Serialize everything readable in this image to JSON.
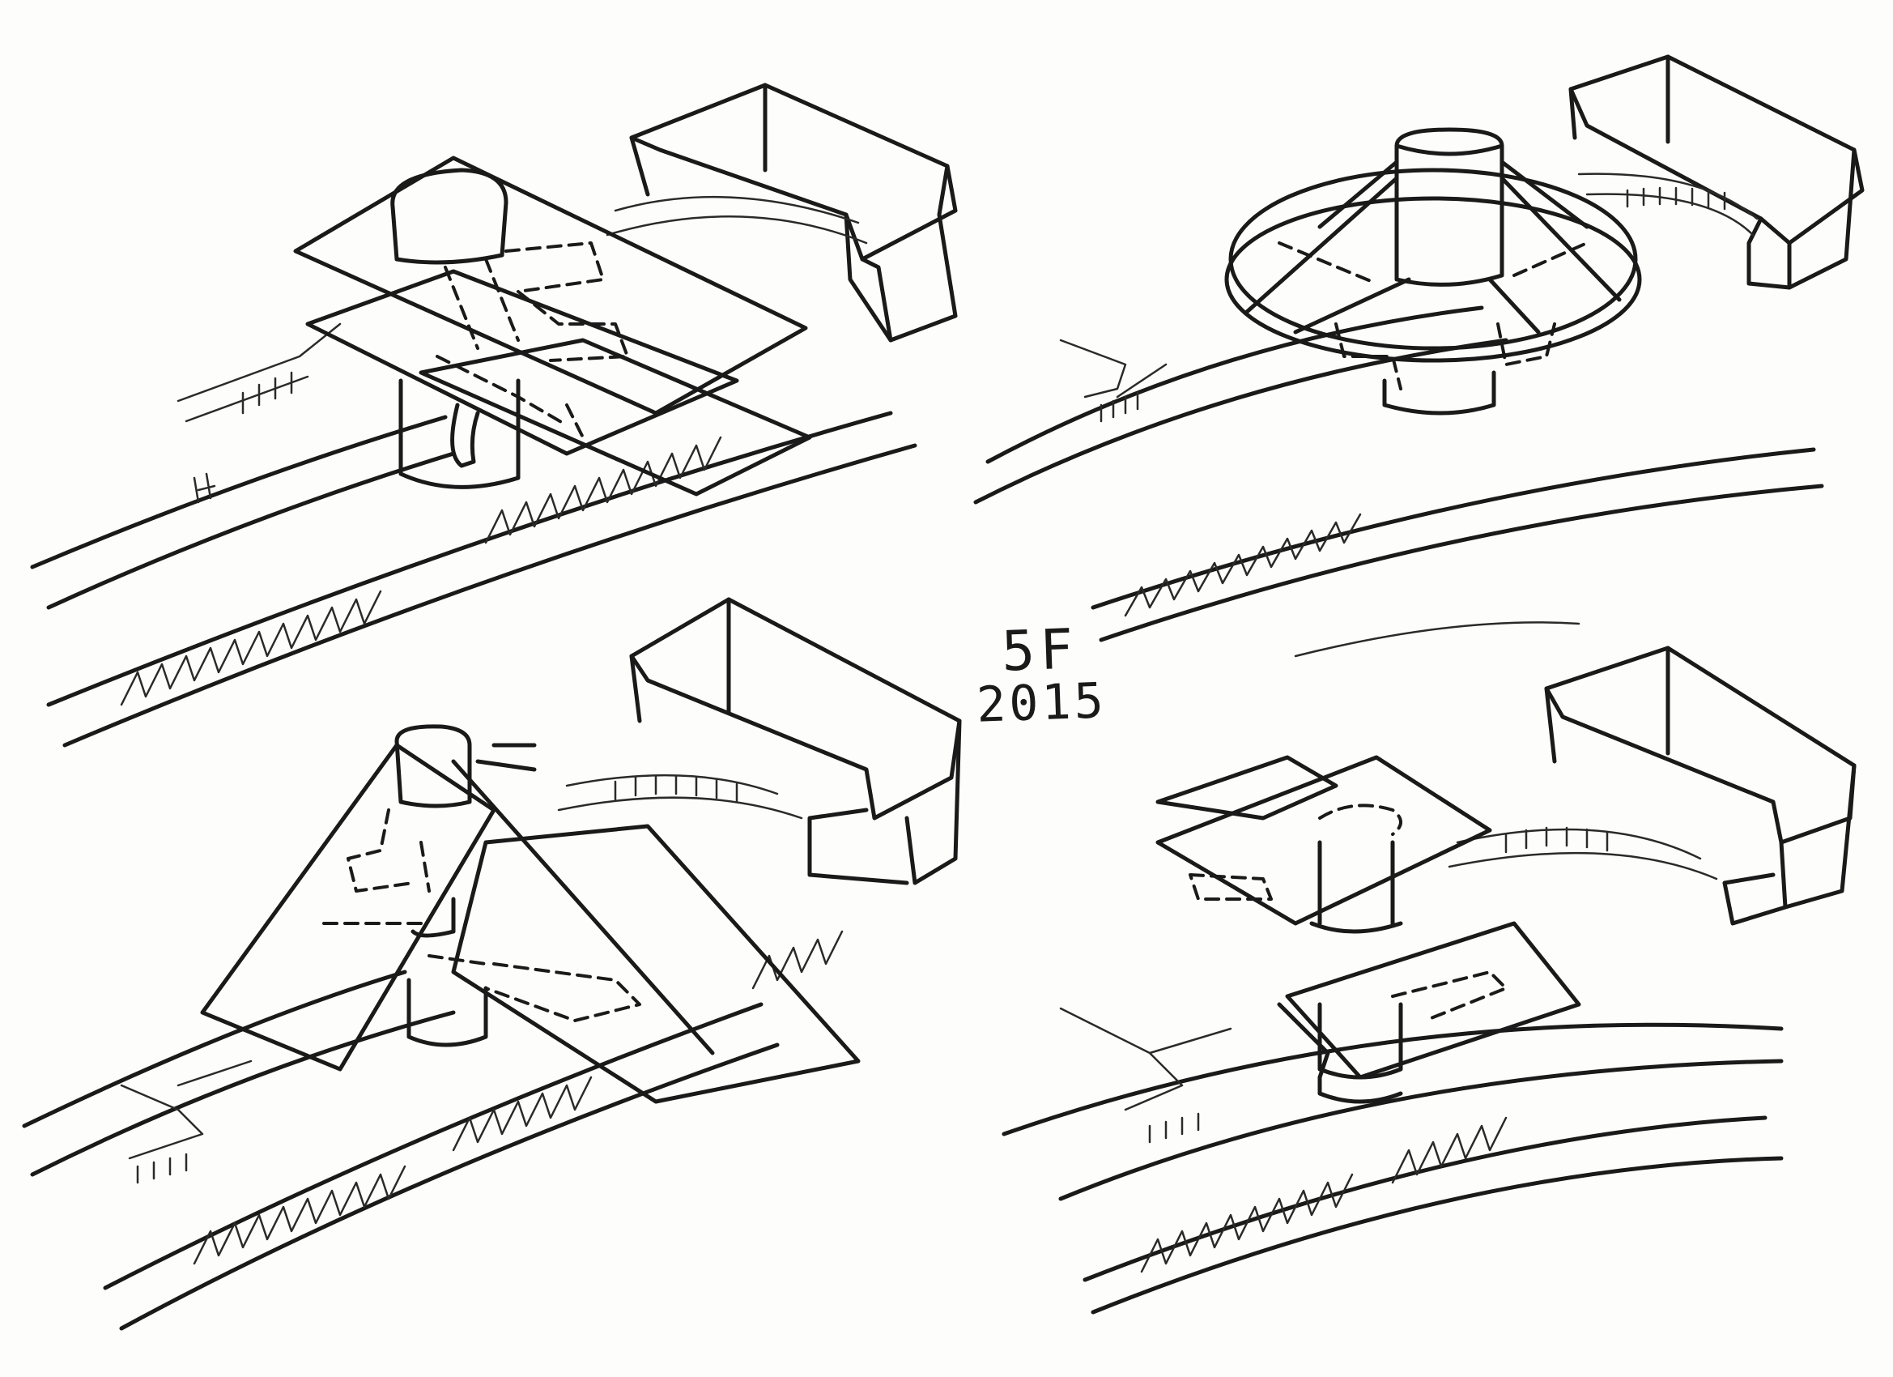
{
  "signature": {
    "initials": "5F",
    "year": "2015"
  },
  "sketches": [
    {
      "name": "sketch-stacked-slabs",
      "quadrant": "top-left"
    },
    {
      "name": "sketch-ring-canopy",
      "quadrant": "top-right"
    },
    {
      "name": "sketch-folded-roof",
      "quadrant": "bottom-left"
    },
    {
      "name": "sketch-cross-slabs",
      "quadrant": "bottom-right"
    }
  ],
  "colors": {
    "paper": "#fdfdfb",
    "ink": "#1a1a1a"
  }
}
